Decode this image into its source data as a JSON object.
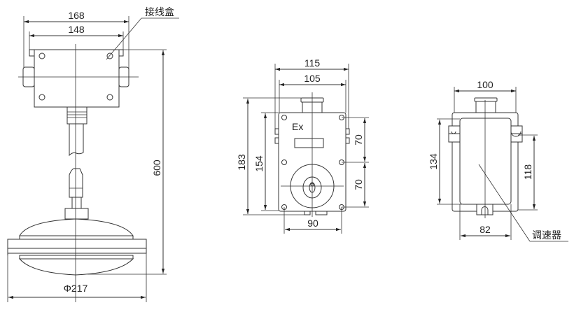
{
  "left_view": {
    "dim_outer_width": "168",
    "dim_inner_width": "148",
    "dim_height": "600",
    "dim_diameter": "Φ217",
    "callout_junction_box": "接线盒"
  },
  "middle_view": {
    "dim_outer_width": "115",
    "dim_inner_width": "105",
    "dim_total_height": "183",
    "dim_body_height": "154",
    "dim_hole_spacing_upper": "70",
    "dim_hole_spacing_lower": "70",
    "dim_hole_spacing_horizontal": "90",
    "marking": "Ex"
  },
  "right_view": {
    "dim_width": "100",
    "dim_height": "134",
    "dim_mount_height": "118",
    "dim_inner_width": "82",
    "callout_speed_controller": "调速器"
  }
}
